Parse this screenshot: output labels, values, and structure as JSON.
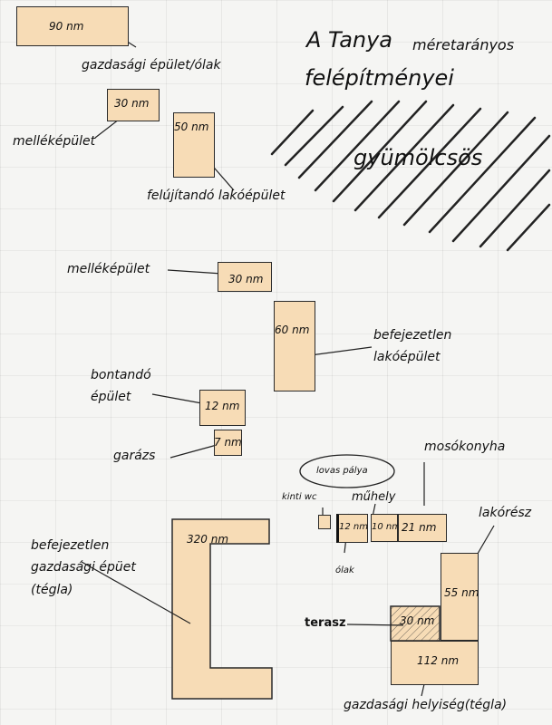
{
  "title": {
    "line1_big": "A Tanya",
    "line1_small": "méretarányos",
    "line2": "felépítményei"
  },
  "area_label": "gyümölcsös",
  "buildings": {
    "gazdasagi_olak": {
      "size": "90 nm",
      "label": "gazdasági épület/ólak"
    },
    "melleképulet_top": {
      "size": "30 nm",
      "label": "melléképület"
    },
    "felujitando": {
      "size": "50 nm",
      "label": "felújítandó lakóépület"
    },
    "melleképulet_mid": {
      "size": "30 nm",
      "label": "melléképület"
    },
    "befejezetlen_lako": {
      "size": "60 nm",
      "label_line1": "befejezetlen",
      "label_line2": "lakóépület"
    },
    "bontando": {
      "size": "12 nm",
      "label_line1": "bontandó",
      "label_line2": "épület"
    },
    "garazs": {
      "size": "7 nm",
      "label": "garázs"
    },
    "kinti_wc": {
      "label": "kinti wc"
    },
    "olak": {
      "size": "12 nm",
      "label": "ólak"
    },
    "muhely": {
      "size": "10 nm",
      "label": "műhely"
    },
    "mosokonyha": {
      "size": "21 nm",
      "label": "mosókonyha"
    },
    "lovas_palya": {
      "label": "lovas pálya"
    },
    "lakoresz": {
      "size": "55 nm",
      "label": "lakórész"
    },
    "terasz": {
      "size": "30 nm",
      "label": "terasz"
    },
    "gazdasagi_helyiseg": {
      "size": "112 nm",
      "label": "gazdasági helyiség(tégla)"
    },
    "befejezetlen_gazd": {
      "size": "320 nm",
      "label_line1": "befejezetlen",
      "label_line2": "gazdasági épüet",
      "label_line3": "(tégla)"
    }
  },
  "colors": {
    "building_fill": "#f7dcb6",
    "outline": "#2a2a2a",
    "background": "#f5f5f3"
  }
}
